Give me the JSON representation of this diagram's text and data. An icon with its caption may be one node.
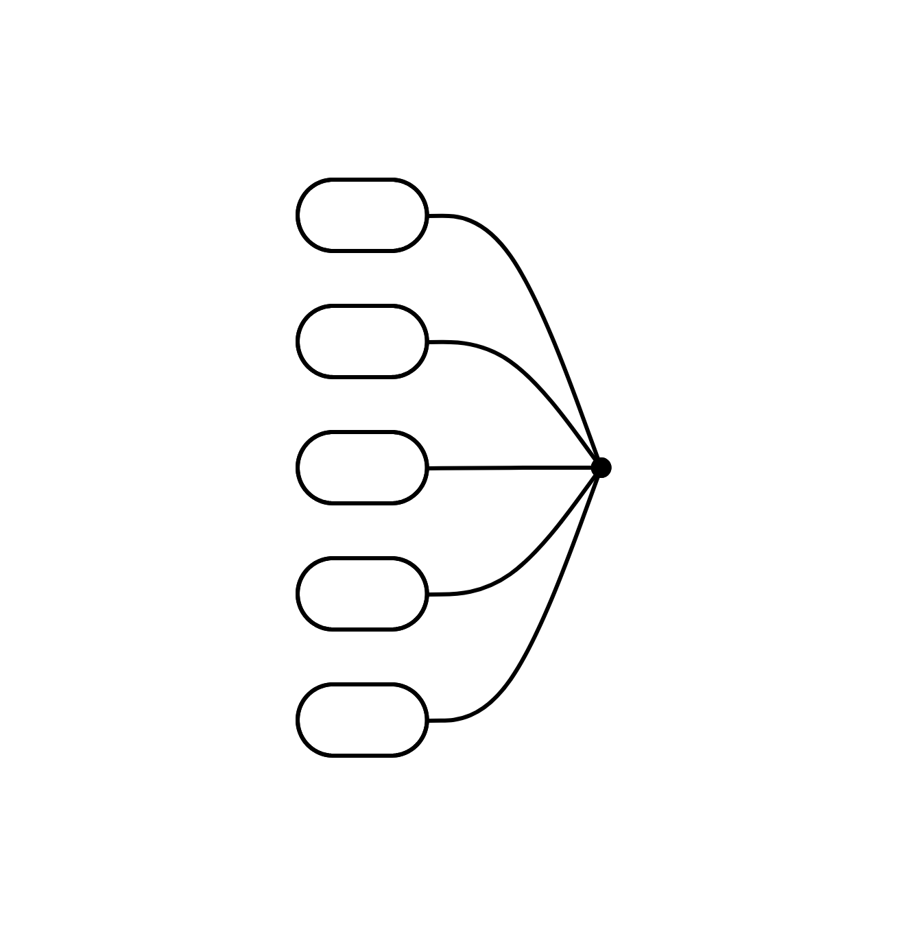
{
  "diagram": {
    "nodes": [
      {
        "text": [],
        "shape": "ellipse"
      },
      {
        "text": [],
        "shape": "ellipse"
      },
      {
        "text": [],
        "shape": "ellipse"
      },
      {
        "text": [],
        "shape": "ellipse"
      },
      {
        "text": [],
        "shape": "ellipse"
      },
      {
        "text": [],
        "shape": "point"
      }
    ],
    "edges": [
      {
        "from": 0,
        "to": 5,
        "arrow": "none"
      },
      {
        "from": 1,
        "to": 5,
        "arrow": "none"
      },
      {
        "from": 2,
        "to": 5,
        "arrow": "none"
      },
      {
        "from": 3,
        "to": 5,
        "arrow": "none"
      },
      {
        "from": 4,
        "to": 5,
        "arrow": "none"
      }
    ]
  }
}
